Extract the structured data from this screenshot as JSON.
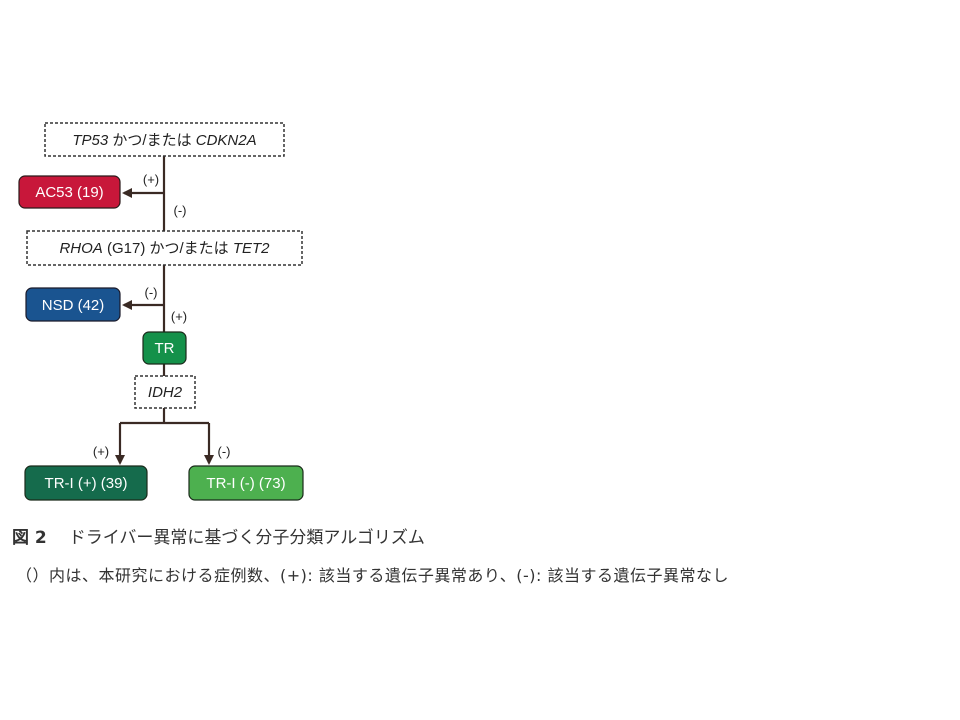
{
  "diagram": {
    "condition1": {
      "gene_a": "TP53",
      "joiner": " かつ/または ",
      "gene_b": "CDKN2A"
    },
    "condition2": {
      "gene_a": "RHOA",
      "gene_a_note": " (G17)",
      "joiner": " かつ/または ",
      "gene_b": "TET2"
    },
    "condition3": {
      "gene": "IDH2"
    },
    "signs": {
      "positive": "(+)",
      "negative": "(-)"
    },
    "nodes": {
      "ac53": {
        "label": "AC53 (19)",
        "color": "#c8173a"
      },
      "nsd": {
        "label": "NSD (42)",
        "color": "#1a5490"
      },
      "tr": {
        "label": "TR",
        "color": "#14914a"
      },
      "tri_pos": {
        "label": "TR-I (+) (39)",
        "color": "#156b4c"
      },
      "tri_neg": {
        "label": "TR-I (-) (73)",
        "color": "#4db04f"
      }
    }
  },
  "caption": {
    "figure_number": "図 2",
    "title": "ドライバー異常に基づく分子分類アルゴリズム",
    "note": "（）内は、本研究における症例数、(+): 該当する遺伝子異常あり、(-): 該当する遺伝子異常なし"
  }
}
